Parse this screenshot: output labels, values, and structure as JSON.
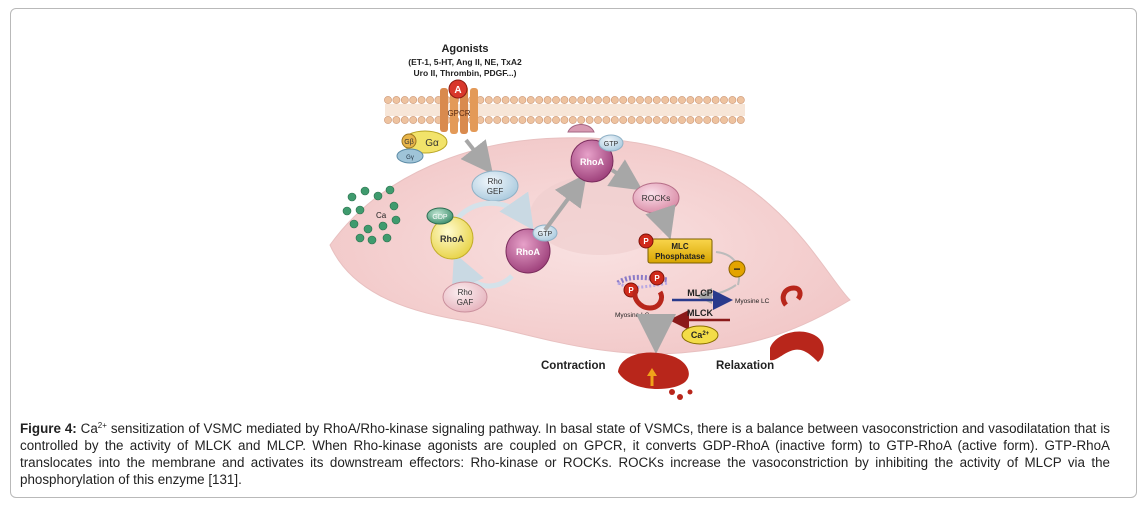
{
  "diagram": {
    "agonists_title": "Agonists",
    "agonists_line1": "(ET-1, 5-HT, Ang II, NE, TxA2",
    "agonists_line2": "Uro II, Thrombin, PDGF...)",
    "receptor_a": "A",
    "gpcr": "GPCR",
    "g_beta": "Gβ",
    "g_alpha": "Gα",
    "g_gamma": "Gγ",
    "ca_ions": "Ca",
    "rho_gef_1": "Rho",
    "rho_gef_2": "GEF",
    "rho_gaf_1": "Rho",
    "rho_gaf_2": "GAF",
    "gdp": "GDP",
    "rhoa_inactive": "RhoA",
    "gtp_mid": "GTP",
    "rhoa_active": "RhoA",
    "gtp_membrane": "GTP",
    "rhoa_membrane": "RhoA",
    "rocks": "ROCKs",
    "p_mlcp": "P",
    "mlc_phosphatase_1": "MLC",
    "mlc_phosphatase_2": "Phosphatase",
    "inhibit_sign": "−",
    "p_myosin_1": "P",
    "p_myosin_2": "P",
    "myosin_lc_left": "Myosine LC",
    "myosin_lc_right": "Myosine LC",
    "mlcp_label": "MLCP",
    "mlck_label": "MLCK",
    "ca2": "Ca",
    "ca2_sup": "2+",
    "contraction": "Contraction",
    "relaxation": "Relaxation"
  },
  "caption": {
    "label": "Figure 4:",
    "ca_prefix": " Ca",
    "ca_sup": "2+",
    "text": " sensitization of VSMC mediated by RhoA/Rho-kinase signaling pathway. In basal state of VSMCs, there is a balance between vasoconstriction and vasodilatation that is controlled by the activity of MLCK and MLCP. When Rho-kinase agonists are coupled on GPCR, it converts GDP-RhoA (inactive form) to GTP-RhoA (active form). GTP-RhoA translocates into the membrane and activates its downstream effectors: Rho-kinase or ROCKs. ROCKs increase the vasoconstriction by inhibiting the activity of MLCP via the phosphorylation of this enzyme [131]."
  },
  "colors": {
    "membrane_head": "#f2c9a8",
    "cell_body": "#f6d5d5",
    "rhoa_active": "#b04f8a",
    "rhoa_inactive": "#f3e55a",
    "rock_pink": "#e7a3b8",
    "mlcp_box": "#e6b800",
    "phospho_red": "#d02a1a",
    "arrow_grey": "#a7a7a7",
    "muscle_red": "#b8261b"
  }
}
